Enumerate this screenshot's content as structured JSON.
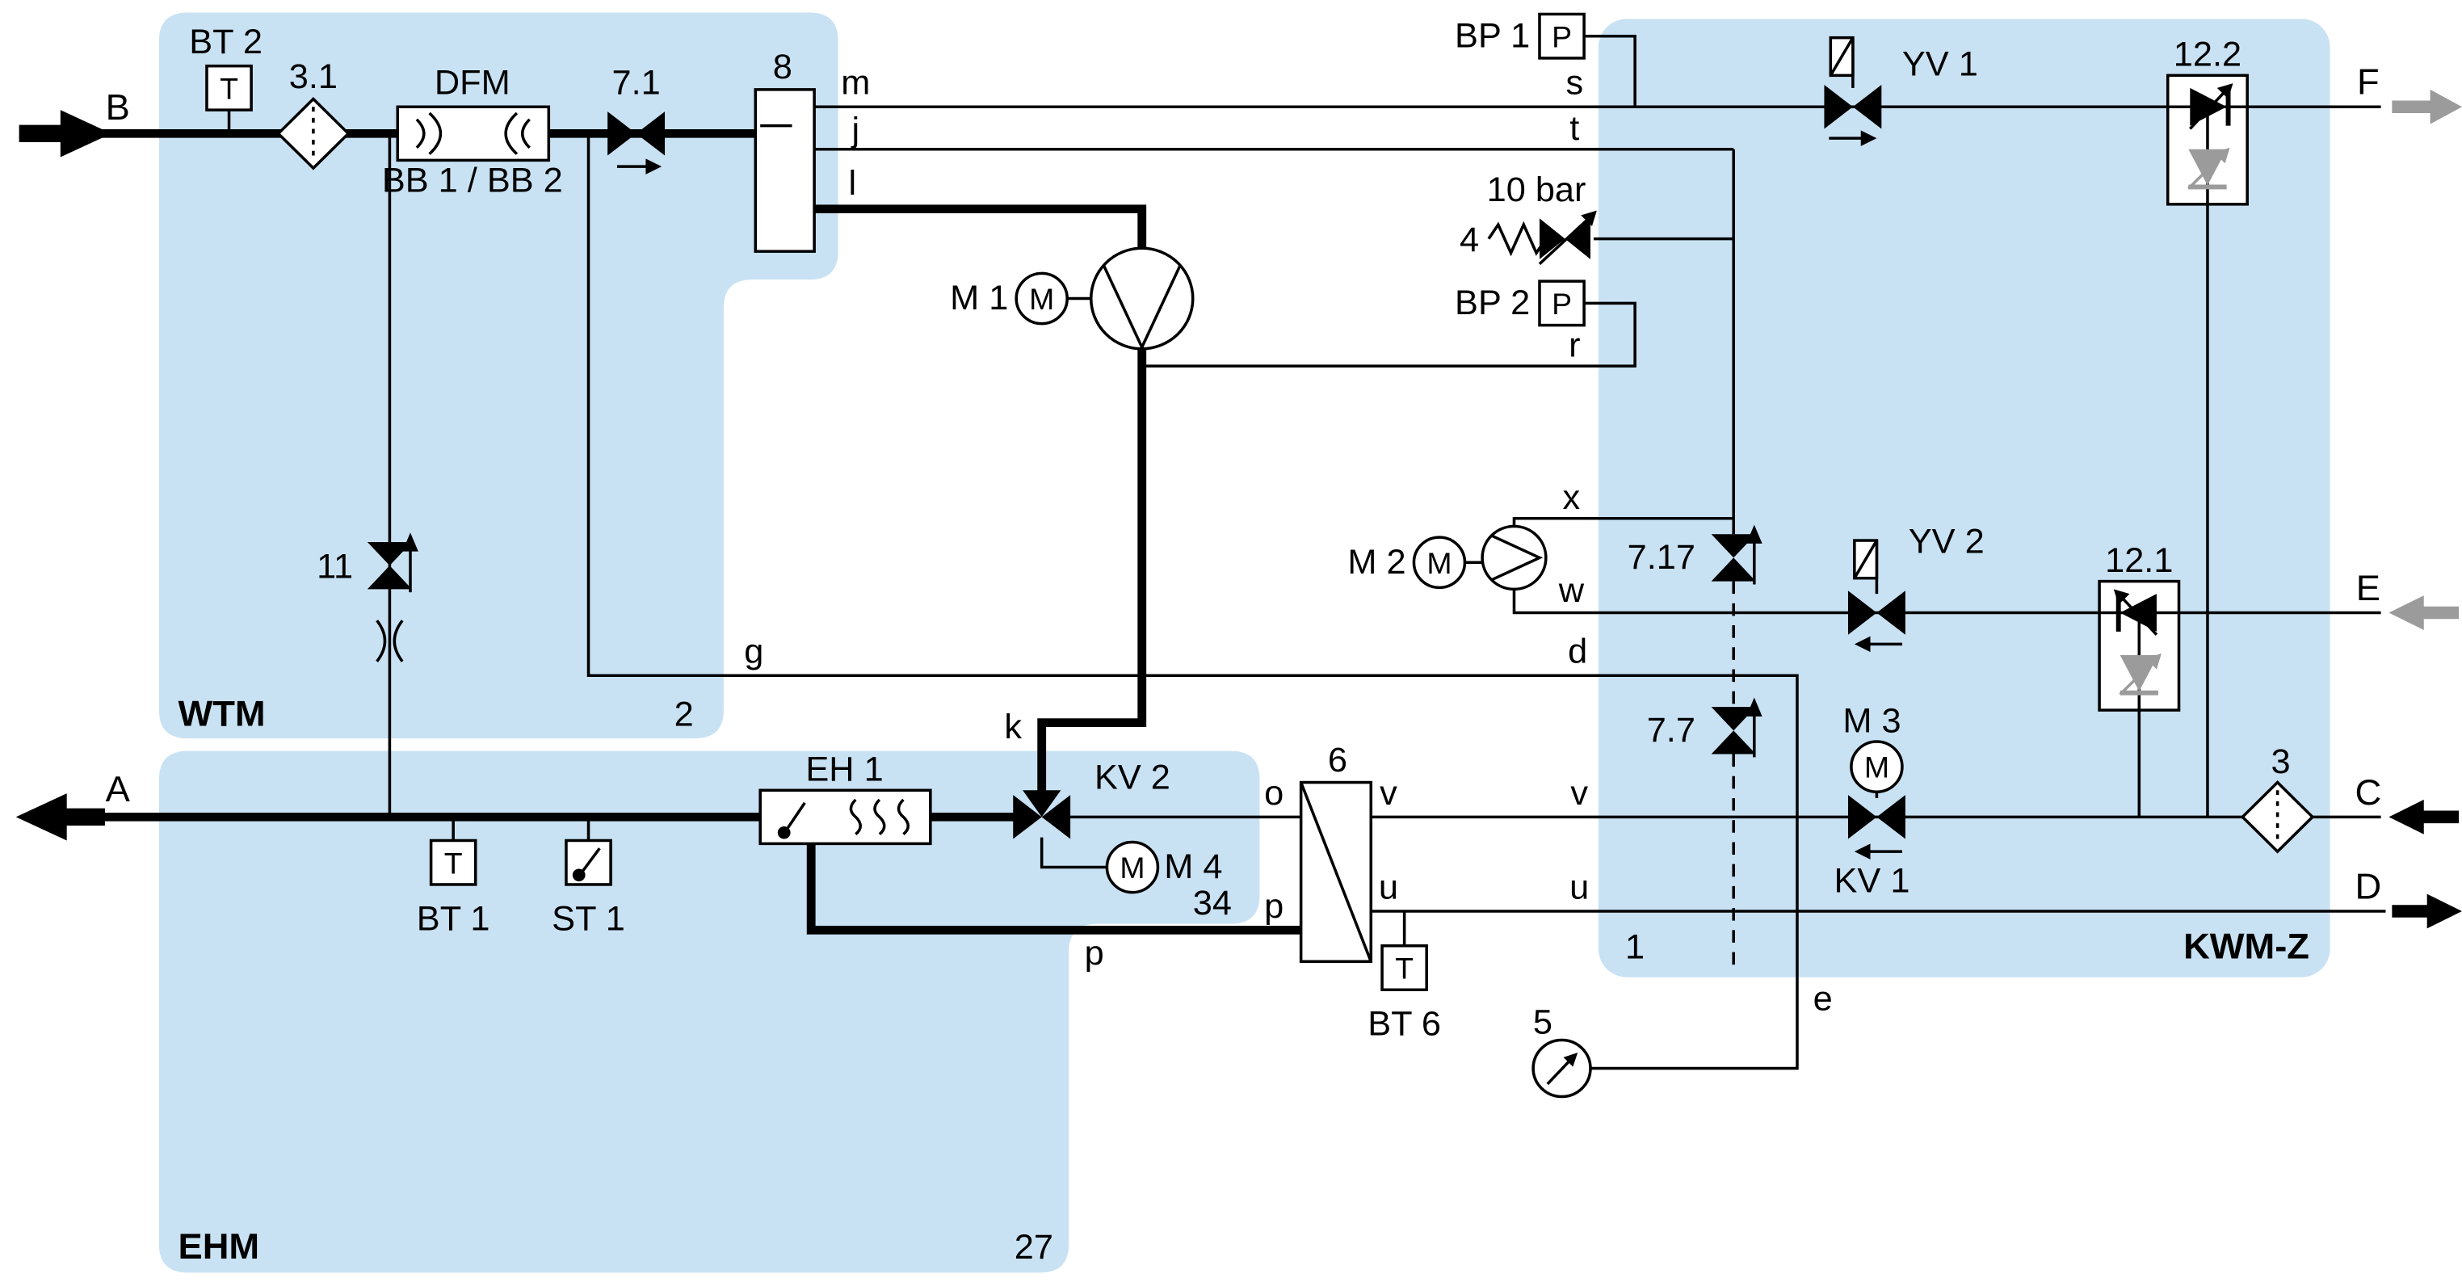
{
  "colors": {
    "region_fill": "#c9e2f3",
    "pipe": "#000000",
    "alt_flow_gray": "#9b9b9b",
    "background": "#ffffff"
  },
  "regions": {
    "wtm": {
      "label": "WTM",
      "number": "2"
    },
    "ehm": {
      "label": "EHM",
      "number": "27"
    },
    "kwmz": {
      "label": "KWM-Z",
      "number": "1"
    }
  },
  "flows": {
    "a": "A",
    "b": "B",
    "c": "C",
    "d": "D",
    "e": "E",
    "f": "F"
  },
  "nodes": {
    "m": "m",
    "j": "j",
    "l": "l",
    "s": "s",
    "t": "t",
    "r": "r",
    "x": "x",
    "w": "w",
    "g": "g",
    "d": "d",
    "k": "k",
    "o": "o",
    "p": "p",
    "u": "u",
    "v": "v",
    "e": "e"
  },
  "components": {
    "bt2": {
      "label": "BT 2",
      "symbol": "T"
    },
    "filter31": {
      "label": "3.1"
    },
    "dfm": {
      "label": "DFM",
      "sublabel": "BB 1 / BB 2"
    },
    "valve71": {
      "label": "7.1"
    },
    "vessel8": {
      "label": "8"
    },
    "m1": {
      "label": "M 1",
      "symbol": "M"
    },
    "bp1": {
      "label": "BP 1",
      "symbol": "P"
    },
    "bp2": {
      "label": "BP 2",
      "symbol": "P"
    },
    "relief4": {
      "label": "4",
      "setpoint": "10 bar"
    },
    "m2": {
      "label": "M 2",
      "symbol": "M"
    },
    "valve717": {
      "label": "7.17"
    },
    "valve77": {
      "label": "7.7"
    },
    "yv1": {
      "label": "YV 1"
    },
    "yv2": {
      "label": "YV 2"
    },
    "check122": {
      "label": "12.2"
    },
    "check121": {
      "label": "12.1"
    },
    "valve11": {
      "label": "11"
    },
    "eh1": {
      "label": "EH 1"
    },
    "kv2": {
      "label": "KV 2"
    },
    "m4": {
      "label": "M 4",
      "symbol": "M",
      "number": "34"
    },
    "hx6": {
      "label": "6"
    },
    "bt1": {
      "label": "BT 1",
      "symbol": "T"
    },
    "st1": {
      "label": "ST 1"
    },
    "bt6": {
      "label": "BT 6",
      "symbol": "T"
    },
    "gauge5": {
      "label": "5"
    },
    "m3": {
      "label": "M 3",
      "symbol": "M"
    },
    "kv1": {
      "label": "KV 1"
    },
    "filter3": {
      "label": "3"
    }
  }
}
